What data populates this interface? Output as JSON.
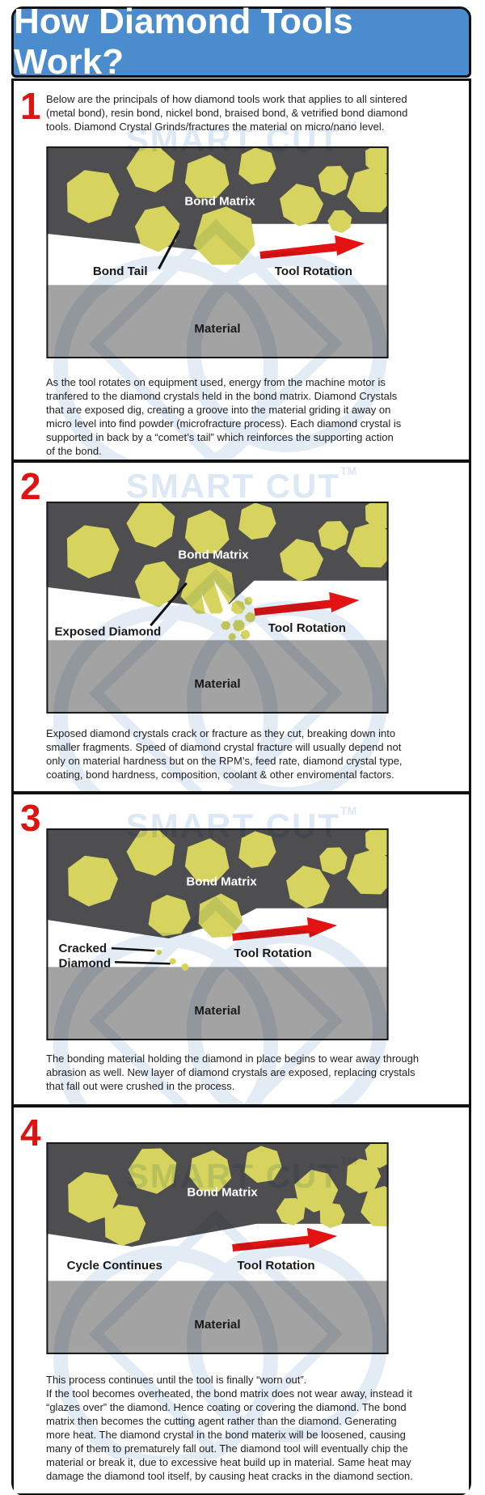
{
  "header": {
    "title": "How Diamond Tools Work?"
  },
  "watermark": {
    "text": "SMART CUT",
    "tm": "TM"
  },
  "colors": {
    "header_blue": "#4a8ccd",
    "step_number_red": "#dd1512",
    "arrow_red": "#e31313",
    "crystal_yellow": "#d6d35e",
    "bond_matrix_gray": "#4e4e50",
    "material_gray": "#a3a3a3",
    "watermark_blue": "#dce8f3"
  },
  "sections": [
    {
      "number": "1",
      "intro": [
        "Below are the principals of how diamond tools work that applies to all sintered",
        "(metal bond), resin bond, nickel bond, braised bond, & vetrified bond diamond",
        "tools. Diamond Crystal Grinds/fractures the material on micro/nano level."
      ],
      "diagram": {
        "bond_matrix": "Bond Matrix",
        "label": "Bond Tail",
        "tool_rotation": "Tool Rotation",
        "material": "Material"
      },
      "body": [
        "As the tool rotates on equipment used, energy from the machine motor is",
        "tranfered to the diamond crystals held in the bond matrix. Diamond Crystals",
        "that are exposed dig, creating a groove into the material griding it away on",
        "micro level into find powder (microfracture process). Each diamond crystal is",
        "supported in back by a “comet’s tail” which reinforces the supporting action",
        "of the bond."
      ]
    },
    {
      "number": "2",
      "diagram": {
        "bond_matrix": "Bond Matrix",
        "label": "Exposed Diamond",
        "tool_rotation": "Tool Rotation",
        "material": "Material"
      },
      "body": [
        "Exposed diamond crystals crack or fracture as they cut, breaking down into",
        "smaller fragments. Speed of diamond crystal fracture will usually depend not",
        "only on material hardness but on the RPM’s, feed rate, diamond crystal type,",
        "coating, bond hardness, composition, coolant & other enviromental factors."
      ]
    },
    {
      "number": "3",
      "diagram": {
        "bond_matrix": "Bond Matrix",
        "label_line1": "Cracked",
        "label_line2": "Diamond",
        "tool_rotation": "Tool Rotation",
        "material": "Material"
      },
      "body": [
        "The bonding material holding the diamond in place begins to wear away through",
        "abrasion as well. New layer of diamond crystals are exposed, replacing crystals",
        "that fall out were crushed in the process."
      ]
    },
    {
      "number": "4",
      "diagram": {
        "bond_matrix": "Bond Matrix",
        "label": "Cycle Continues",
        "tool_rotation": "Tool Rotation",
        "material": "Material"
      },
      "body": [
        "This process continues until the tool is finally “worn out”.",
        "If the tool becomes overheated, the bond matrix does not wear away, instead it",
        "“glazes over” the diamond. Hence coating or covering the diamond. The bond",
        "matrix then becomes the cutting agent rather than the diamond. Generating",
        "more heat. The diamond crystal in the bond materix will be loosened, causing",
        "many of them to prematurely fall out. The diamond tool will eventually chip the",
        "material or break it, due to excessive heat build up in material. Same heat may",
        "damage the diamond tool itself, by causing heat cracks in the diamond section."
      ]
    }
  ]
}
